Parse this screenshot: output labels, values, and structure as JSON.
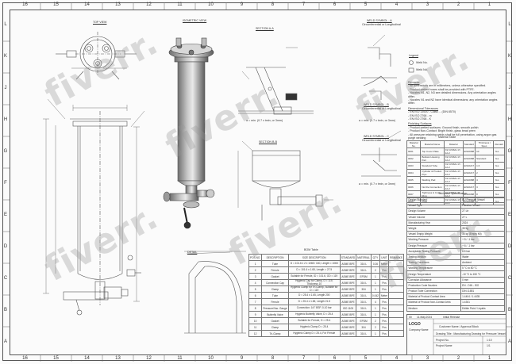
{
  "zones": {
    "top": [
      "16",
      "15",
      "14",
      "13",
      "12",
      "11",
      "10",
      "9",
      "8",
      "7",
      "6",
      "5",
      "4",
      "3",
      "2",
      "1"
    ],
    "side": [
      "L",
      "K",
      "J",
      "H",
      "G",
      "F",
      "E",
      "D",
      "C",
      "B",
      "A"
    ]
  },
  "watermark": "fiverr.",
  "views": {
    "top_view": "TOP VIEW",
    "isometric": "ISOMETRIC VIEW",
    "section_aa": "SECTION A-A",
    "section_bb": "SECTION B-B",
    "detail": "DETAIL",
    "weld_a": "WELD SYMBOL - A",
    "weld_b": "WELD SYMBOL - B",
    "weld_c": "WELD SYMBOL - C",
    "weld_a_sub": "Circumferential or Longitudinal",
    "weld_note": "a = min. (0.7 x tmin, or 3mm)"
  },
  "legend": {
    "title": "Legend",
    "items": [
      "Weld No.",
      "Weld No."
    ]
  },
  "notes": {
    "remarks_title": "Remarks",
    "remarks": [
      "- All dimensions are in millimeters, unless otherwise specified.",
      "- Product-wetted hoses shall be provided with PTFE.",
      "- Nozzles N1, N2, N3 see detailed dimensions. Any orientation angles differ.",
      "- Nozzles N1 and N2 have identical dimensions; any orientation angles differ."
    ],
    "tolerance_title": "Dimensional Tolerances",
    "tolerances": [
      "- EN ISO 13920 - Class ... (DIN 8570)",
      "- EN ISO 2768 - m",
      "- EN ISO 2768 - K"
    ],
    "finish_title": "Finishing Surfaces",
    "finish": [
      "- Product-wetted surfaces: Ground finish, smooth polish",
      "- Product Non-Contact: Bright finish, glass bead peen",
      "- All pressure retaining welds shall be full penetration, using argon gas purge welding"
    ]
  },
  "material_table": {
    "title": "Material Table",
    "headers": [
      "Material No.",
      "Material Name",
      "Material",
      "Standard",
      "Thickness / Spec.",
      "Remark"
    ],
    "rows": [
      [
        "0001",
        "Top Cover Plate",
        "X2 CrNiMo 17-12-2",
        "EN10088",
        "10",
        "Yes"
      ],
      [
        "0002",
        "Bellows Housing Part",
        "X2 CrNiMo 17-12-2",
        "EN10088",
        "Standard",
        "Yes"
      ],
      [
        "0003",
        "Standard Tube",
        "X2 CrNiMo 17-12-2",
        "EN10217",
        "1.6",
        "Yes"
      ],
      [
        "0004",
        "Cylinder & Product Pipe",
        "X2 CrNiMo 17-12-2",
        "EN10217",
        "2",
        "Yes"
      ],
      [
        "0005",
        "Welding Pad",
        "X2 CrNiMo 17-12-2",
        "EN10088",
        "4",
        "Yes"
      ],
      [
        "0006",
        "Nozzle Connection",
        "X2 CrNiMo 17-12-2",
        "EN10217",
        "3",
        "Yes"
      ],
      [
        "0007",
        "Tightness & Cover Ring",
        "X2 CrNiMo 17-12-2",
        "EN10088",
        "8",
        "Yes"
      ],
      [
        "0008",
        "Plate",
        "X2 CrNiMo 17-12-2",
        "EN10088",
        "2",
        "Yes"
      ]
    ]
  },
  "technical_spec": {
    "title": "Technical Specification",
    "rows": [
      [
        "Design Standard",
        "EU Pressure Vessel"
      ],
      [
        "Vessel Type",
        "Filtration Vessel"
      ],
      [
        "Design Volume",
        "27 Ltr"
      ],
      [
        "Vessel Volume",
        "27 L"
      ],
      [
        "Manufacturing Year",
        "2024"
      ],
      [
        "Weight",
        "35 kg"
      ],
      [
        "Vessel Empty Weight",
        "35 kg (Empty Kit)"
      ],
      [
        "Working Pressure",
        "+ 5 / -1 bar"
      ],
      [
        "Design Pressure",
        "+ 6 / -1 bar"
      ],
      [
        "Acceptable Testing Pressure",
        "8.5 bar"
      ],
      [
        "Testing Medium",
        "Water"
      ],
      [
        "Testing Conditions",
        "Ambient"
      ],
      [
        "Working Temperature",
        "5 °C to 80 °C"
      ],
      [
        "Design Temperature",
        "-10 °C to 150 °C"
      ],
      [
        "Corrosion Allowance",
        "0 mm"
      ],
      [
        "Production Code Nozzles",
        "EN - DIN - ISO"
      ],
      [
        "Product Tube Connection",
        "DIN 11851"
      ],
      [
        "Material of Product Contact Area",
        "1.4404 / 1.4435"
      ],
      [
        "Material of Product Non-Contact Area",
        "1.4301"
      ],
      [
        "Medium",
        "Edible Fluid / Liquids"
      ]
    ]
  },
  "bom": {
    "title": "BOM Table",
    "headers": [
      "POS.NO.",
      "DESCRIPTION",
      "SIZE DESCRIPTION",
      "STANDARD",
      "MATERIAL",
      "QTY",
      "UNIT",
      "REMARKS"
    ],
    "rows": [
      [
        "1",
        "Tube",
        "D = 101.6 x 2 x 1065 / 160, Length = 1065",
        "ASME BPE",
        "316 L",
        "0.26",
        "Meter",
        ""
      ],
      [
        "2",
        "Ferrule",
        "D = 101.6 x 1.65, Length = 27.5",
        "ASME BPE",
        "316 L",
        "2",
        "Pcs",
        ""
      ],
      [
        "3",
        "Gasket",
        "Suitable for Ferrule, ID = 101.6, OD = 119",
        "ASME BPE",
        "EPDM",
        "1",
        "Pcs",
        ""
      ],
      [
        "4",
        "Connection Cap",
        "Hygienic Cap for Clamp, D = 119, Thickness 10",
        "ASME BPE",
        "316 L",
        "1",
        "Pcs",
        ""
      ],
      [
        "5",
        "Clamp",
        "Hygienic Clamp for Tri-Clamp, Suitable for D = 119",
        "ASME BPE",
        "304",
        "1",
        "Pcs",
        ""
      ],
      [
        "6",
        "Tube",
        "D = 25.4 x 1.65, Length 200",
        "ASME BPE",
        "316 L",
        "0.042",
        "Meter",
        ""
      ],
      [
        "7",
        "Ferrule",
        "D = 25.4 x 1.65, Length 21.5",
        "ASME BPE",
        "316 L",
        "4",
        "Pcs",
        ""
      ],
      [
        "8",
        "Pressure/Vac. Gauge",
        "Connection: 1/4\" BSP, 0-10 bar",
        "ISO 1105",
        "316 L",
        "1",
        "Pcs",
        ""
      ],
      [
        "9",
        "Butterfly Valve",
        "Hygienic Butterfly Valve, D = 25.4",
        "ASME BPE",
        "316 L",
        "1",
        "Pcs",
        ""
      ],
      [
        "10",
        "Gasket",
        "Suitable for Ferrule, D = 25.4",
        "ASME BPE",
        "EPDM",
        "2",
        "Pcs",
        ""
      ],
      [
        "11",
        "Clamp",
        "Hygienic Clamp D = 25.4",
        "ASME BPE",
        "304",
        "2",
        "Pcs",
        ""
      ],
      [
        "12",
        "Tri-Clamp",
        "Hygienic Clamp D = 25.4, For Ferrule",
        "ASME BPE",
        "316 L",
        "1",
        "Pcs",
        ""
      ]
    ]
  },
  "title_block": {
    "logo": "LOGO",
    "company": "Company Name",
    "drawing_title": "Drawing Title : Manufacturing Drawing for Pressure Vessel",
    "customer": "Customer Name / Approval Block",
    "project_no": "Project No.",
    "project_name": "Project Name",
    "rev": "00",
    "date": "11.May.2024",
    "status": "Initial Release",
    "scale": "1:10",
    "sheet": "1/1"
  }
}
